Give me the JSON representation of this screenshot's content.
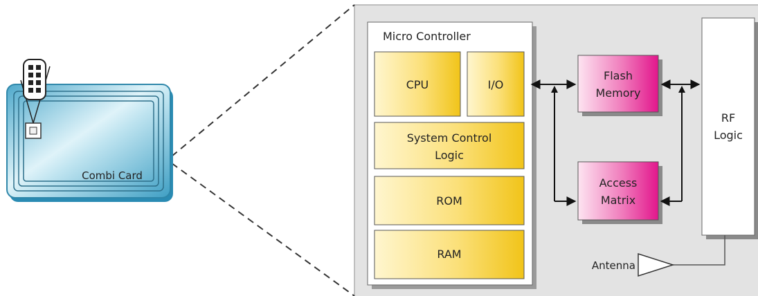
{
  "card": {
    "label": "Combi Card"
  },
  "micro_controller": {
    "title": "Micro Controller",
    "blocks": {
      "cpu": "CPU",
      "io": "I/O",
      "scl_line1": "System Control",
      "scl_line2": "Logic",
      "rom": "ROM",
      "ram": "RAM"
    }
  },
  "flash_memory": {
    "line1": "Flash",
    "line2": "Memory"
  },
  "access_matrix": {
    "line1": "Access",
    "line2": "Matrix"
  },
  "rf_logic": {
    "line1": "RF",
    "line2": "Logic"
  },
  "antenna": {
    "label": "Antenna"
  },
  "colors": {
    "card_blue": "#5cb6d4",
    "chip_yellow": "#f1c419",
    "memory_magenta": "#e2168c",
    "panel_gray": "#e3e3e3"
  }
}
